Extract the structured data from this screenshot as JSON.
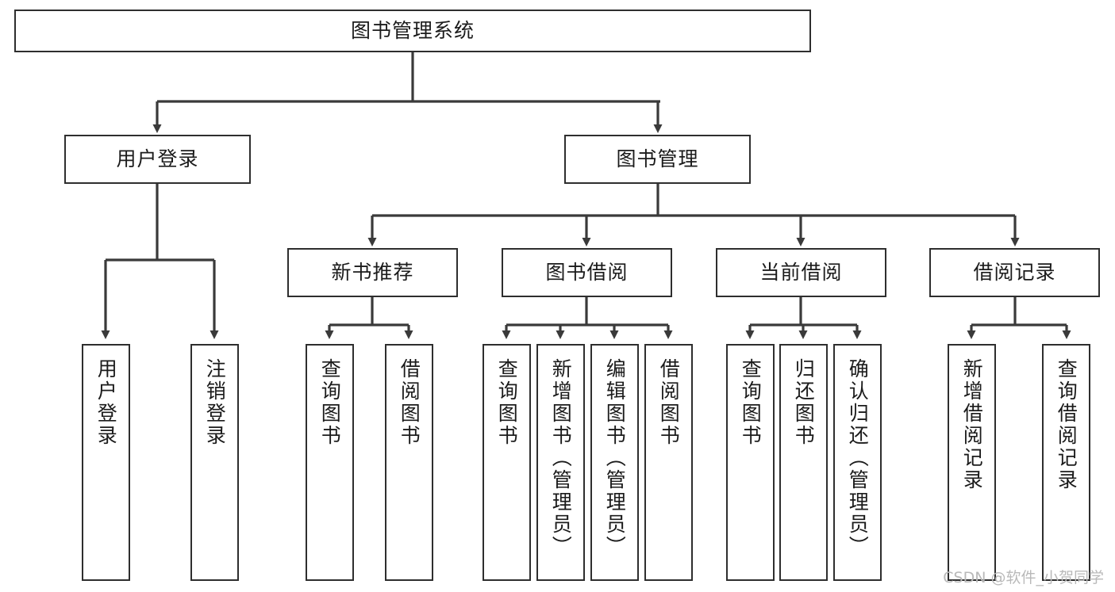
{
  "diagram": {
    "type": "tree-hierarchy",
    "title": "图书管理系统",
    "orientation": "top-down",
    "colors": {
      "box_border": "#2e2e2e",
      "box_fill": "#ffffff",
      "connector": "#3a3a3a",
      "text": "#1b1b1b",
      "watermark": "#b9b9b9"
    },
    "root": {
      "id": "root",
      "label": "图书管理系统"
    },
    "level2": [
      {
        "id": "user-login",
        "label": "用户登录"
      },
      {
        "id": "book-manage",
        "label": "图书管理"
      }
    ],
    "level3": [
      {
        "id": "new-book-recommend",
        "label": "新书推荐",
        "parent": "book-manage"
      },
      {
        "id": "book-borrow",
        "label": "图书借阅",
        "parent": "book-manage"
      },
      {
        "id": "current-borrow",
        "label": "当前借阅",
        "parent": "book-manage"
      },
      {
        "id": "borrow-record",
        "label": "借阅记录",
        "parent": "book-manage"
      }
    ],
    "leaves": [
      {
        "id": "leaf-user-login",
        "label": "用户登录",
        "parent": "user-login"
      },
      {
        "id": "leaf-logout-login",
        "label": "注销登录",
        "parent": "user-login"
      },
      {
        "id": "leaf-query-book-1",
        "label": "查询图书",
        "parent": "new-book-recommend"
      },
      {
        "id": "leaf-borrow-book-1",
        "label": "借阅图书",
        "parent": "new-book-recommend"
      },
      {
        "id": "leaf-query-book-2",
        "label": "查询图书",
        "parent": "book-borrow"
      },
      {
        "id": "leaf-add-book",
        "label": "新增图书（管理员）",
        "parent": "book-borrow"
      },
      {
        "id": "leaf-edit-book",
        "label": "编辑图书（管理员）",
        "parent": "book-borrow"
      },
      {
        "id": "leaf-borrow-book-2",
        "label": "借阅图书",
        "parent": "book-borrow"
      },
      {
        "id": "leaf-query-book-3",
        "label": "查询图书",
        "parent": "current-borrow"
      },
      {
        "id": "leaf-return-book",
        "label": "归还图书",
        "parent": "current-borrow"
      },
      {
        "id": "leaf-confirm-return",
        "label": "确认归还（管理员）",
        "parent": "current-borrow"
      },
      {
        "id": "leaf-add-record",
        "label": "新增借阅记录",
        "parent": "borrow-record"
      },
      {
        "id": "leaf-query-record",
        "label": "查询借阅记录",
        "parent": "borrow-record"
      }
    ],
    "watermark": "CSDN @软件_小贺同学"
  }
}
